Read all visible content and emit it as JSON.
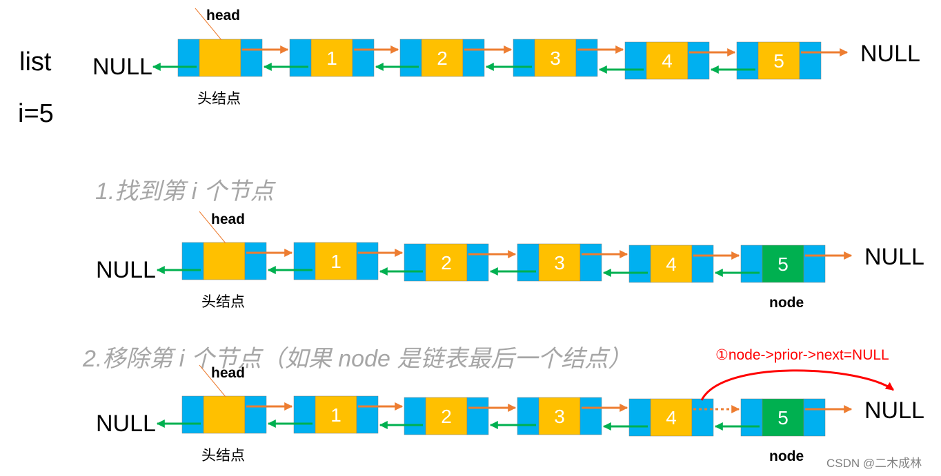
{
  "labels": {
    "list": "list",
    "i": "i=5",
    "null": "NULL",
    "head": "head",
    "head_node": "头结点",
    "node": "node",
    "step1": "1.找到第 i 个节点",
    "step2": "2.移除第 i 个节点（如果 node 是链表最后一个结点）",
    "annotation": "①node->prior->next=NULL",
    "watermark": "CSDN @二木成林"
  },
  "values": [
    "",
    "1",
    "2",
    "3",
    "4",
    "5"
  ],
  "colors": {
    "pointer_cell": "#00b0f0",
    "data_cell": "#ffc000",
    "highlight_cell": "#00b050",
    "next_arrow": "#ed7d31",
    "prior_arrow": "#00b050",
    "annotation": "#ff0000",
    "cell_border": "#7f7f7f"
  },
  "rows": [
    {
      "highlight_node": false,
      "node_label": false,
      "removed_link": false
    },
    {
      "highlight_node": true,
      "node_label": true,
      "removed_link": false
    },
    {
      "highlight_node": true,
      "node_label": true,
      "removed_link": true
    }
  ]
}
